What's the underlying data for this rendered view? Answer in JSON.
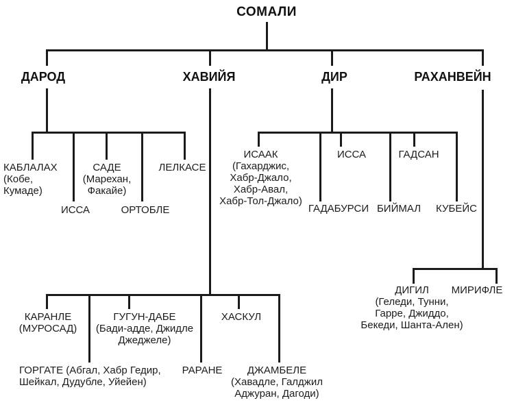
{
  "diagram": {
    "title": "СОМАЛИ",
    "level1": {
      "darod": "ДАРОД",
      "haviya": "ХАВИЙЯ",
      "dir": "ДИР",
      "rahanveyn": "РАХАНВЕЙН"
    },
    "darod_children": {
      "kablalah": "КАБЛАЛАХ\n(Кобе,\nКумаде)",
      "issa": "ИССА",
      "sade": "САДЕ\n(Марехан,\nФакайе)",
      "ortoble": "ОРТОБЛЕ",
      "lelkase": "ЛЕЛКАСЕ"
    },
    "haviya_children": {
      "karanle": "КАРАНЛЕ\n(МУРОСАД)",
      "gugun_dabe": "ГУГУН-ДАБЕ\n(Бади-адде, Джидле\nДжеджеле)",
      "haskul": "ХАСКУЛ",
      "gorgate": "ГОРГАТЕ (Абгал, Хабр Гедир,\nШейкал, Дудубле, Уйейен)",
      "rarane": "РАРАНЕ",
      "dzhambele": "ДЖАМБЕЛЕ\n(Хавадле, Галджил\nАджуран, Дагоди)"
    },
    "dir_children": {
      "isaak": "ИСААК\n(Гахарджис,\nХабр-Джало,\nХабр-Авал,\nХабр-Тол-Джало)",
      "gadaburs": "ГАДАБУРСИ",
      "issa": "ИССА",
      "biymal": "БИЙМАЛ",
      "gadsan": "ГАДСАН",
      "kubeys": "КУБЕЙС"
    },
    "rahanveyn_children": {
      "digil": "ДИГИЛ\n(Геледи, Тунни,\nГарре, Джиддо,\nБекеди, Шанта-Ален)",
      "mirifle": "МИРИФЛЕ"
    },
    "line_color": "#1b1b1b"
  }
}
